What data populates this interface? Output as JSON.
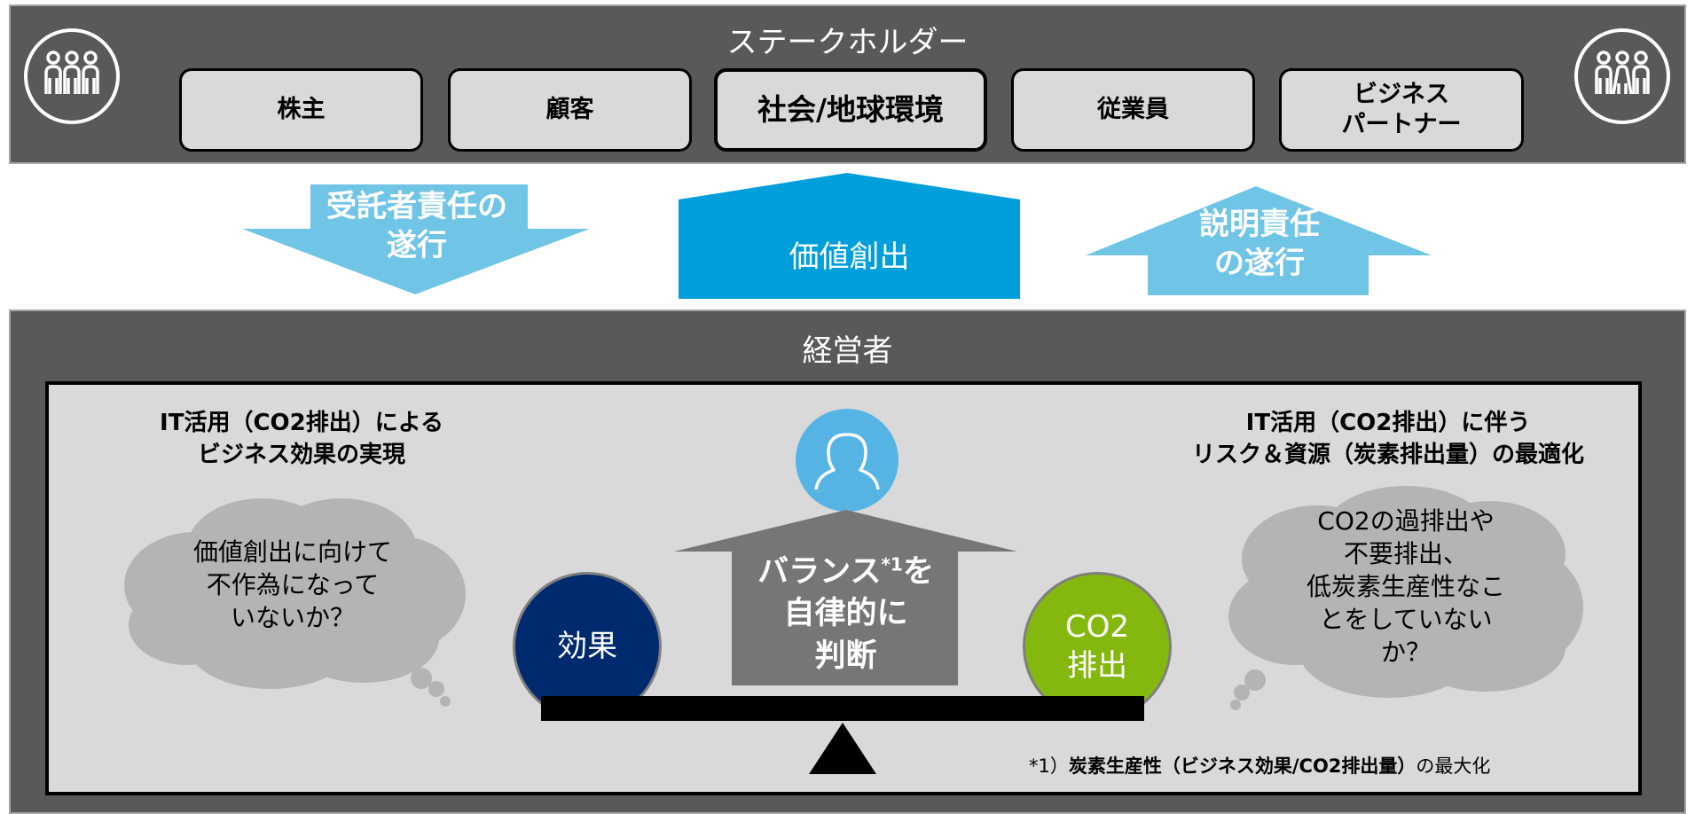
{
  "stakeholders": {
    "title": "ステークホルダー",
    "items": [
      {
        "line1": "株主",
        "line2": ""
      },
      {
        "line1": "顧客",
        "line2": ""
      },
      {
        "line1": "社会/地球環境",
        "line2": ""
      },
      {
        "line1": "従業員",
        "line2": ""
      },
      {
        "line1": "ビジネス",
        "line2": "パートナー"
      }
    ]
  },
  "arrows": {
    "fiduciary": {
      "line1": "受託者責任の",
      "line2": "遂行"
    },
    "value": {
      "label": "価値創出"
    },
    "accountability": {
      "line1": "説明責任",
      "line2": "の遂行"
    }
  },
  "management": {
    "title": "経営者",
    "left_heading": {
      "line1": "IT活用（CO2排出）による",
      "line2": "ビジネス効果の実現"
    },
    "right_heading": {
      "line1": "IT活用（CO2排出）に伴う",
      "line2": "リスク＆資源（炭素排出量）の最適化"
    },
    "left_thought": {
      "line1": "価値創出に向けて",
      "line2": "不作為になって",
      "line3": "いないか？"
    },
    "right_thought": {
      "line1": "CO2の過排出や",
      "line2": "不要排出、",
      "line3": "低炭素生産性なこ",
      "line4": "とをしていない",
      "line5": "か？"
    },
    "balance_arrow": {
      "line1_pre": "バランス",
      "line1_sup": "*1",
      "line1_post": "を",
      "line2": "自律的に",
      "line3": "判断"
    },
    "effect_circle": {
      "label": "効果"
    },
    "co2_circle": {
      "line1": "CO2",
      "line2": "排出"
    },
    "footnote": {
      "prefix": "*1）",
      "bold": "炭素生産性（ビジネス効果/CO2排出量）",
      "suffix": "の最大化"
    }
  },
  "colors": {
    "band": "#595959",
    "inner": "#d9d9d9",
    "light_blue": "#70c4e6",
    "value_blue": "#009fdc",
    "person_blue": "#56b4e5",
    "effect_navy": "#002a6e",
    "co2_green": "#84b80e",
    "balance_gray": "#767676",
    "cloud_gray": "#b4b4b4"
  },
  "icons": {
    "people_left": "people-group-icon",
    "people_right": "people-group-icon",
    "person": "person-icon"
  }
}
